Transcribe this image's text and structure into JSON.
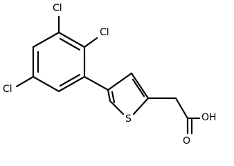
{
  "diagram": {
    "type": "skeletal-structure",
    "atom_labels": {
      "cl_top": "Cl",
      "cl_right": "Cl",
      "cl_left": "Cl",
      "sulfur": "S",
      "hydroxyl": "OH",
      "carbonyl_oxygen": "O"
    }
  }
}
